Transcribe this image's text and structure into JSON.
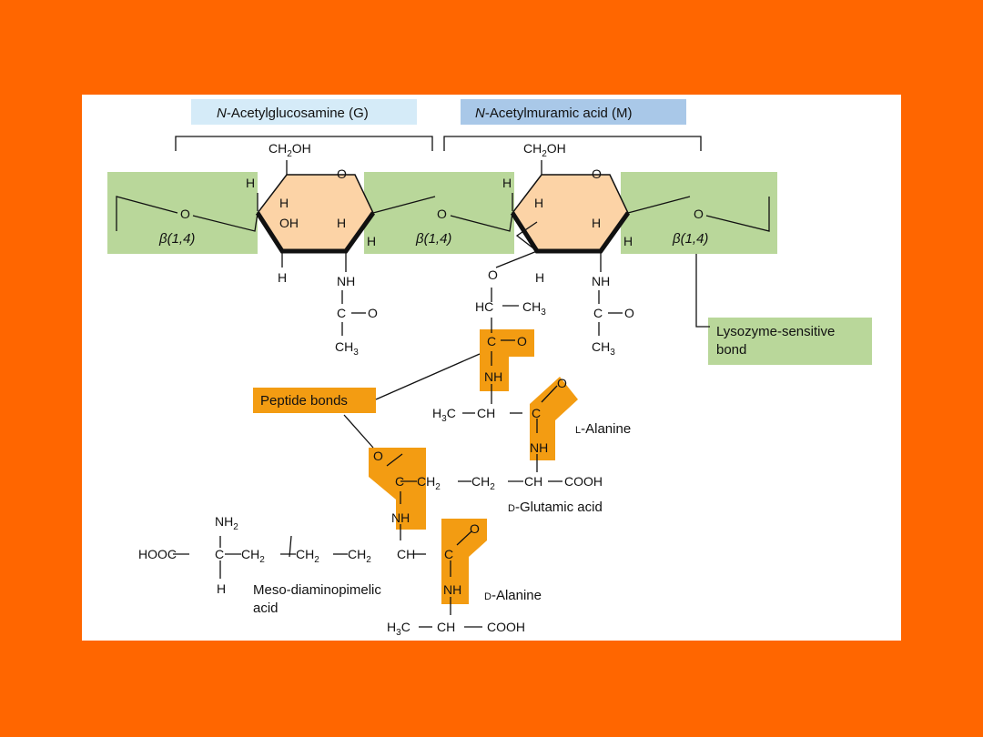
{
  "headers": {
    "nag": {
      "prefix": "N",
      "suffix": "-Acetylglucosamine  (G)",
      "bg": "#d5ebf8"
    },
    "nam": {
      "prefix": "N",
      "suffix": "-Acetylmuramic acid  (M)",
      "bg": "#a9c8e8"
    }
  },
  "beta_label": "β(1,4)",
  "lysozyme_label": [
    "Lysozyme-sensitive",
    "bond"
  ],
  "peptide_label": "Peptide bonds",
  "amino_acids": {
    "l_alanine": {
      "prefix": "L",
      "suffix": "-Alanine"
    },
    "d_glutamic": {
      "prefix": "D",
      "suffix": "-Glutamic acid"
    },
    "d_alanine": {
      "prefix": "D",
      "suffix": "-Alanine"
    },
    "meso_dap": [
      "Meso-diaminopimelic",
      "acid"
    ]
  },
  "atoms": {
    "O": "O",
    "H": "H",
    "OH": "OH",
    "NH": "NH",
    "C": "C",
    "CH": "CH",
    "HC": "HC",
    "COOH": "COOH",
    "HOOC": "HOOC",
    "CH2OH_a": "CH",
    "CH2OH_b": "OH",
    "CH3_a": "CH",
    "H3C_a": "H",
    "H3C_b": "C",
    "CH2_a": "CH",
    "NH2_a": "NH",
    "sub2": "2",
    "sub3": "3"
  },
  "colors": {
    "background": "#ff6600",
    "green_box": "#b9d79a",
    "sugar_ring": "#fcd3a6",
    "peptide_orange": "#f39c12"
  }
}
